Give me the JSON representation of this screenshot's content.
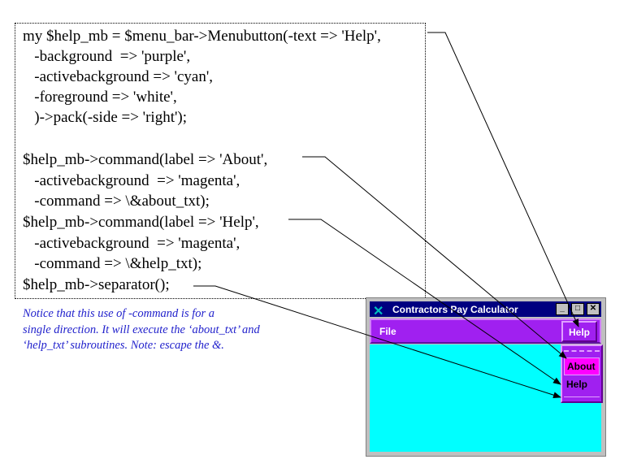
{
  "code_lines": [
    "my $help_mb = $menu_bar->Menubutton(-text => 'Help',",
    "   -background  => 'purple',",
    "   -activebackground => 'cyan',",
    "   -foreground => 'white',",
    "   )->pack(-side => 'right');",
    "$help_mb->command(label => 'About',",
    "   -activebackground  => 'magenta',",
    "   -command => \\&about_txt);",
    "$help_mb->command(label => 'Help',",
    "   -activebackground  => 'magenta',",
    "   -command => \\&help_txt);",
    "$help_mb->separator();"
  ],
  "note_lines": [
    "Notice that this use of -command is for a",
    "single direction.  It will execute the ‘about_txt’ and",
    "‘help_txt’ subroutines.  Note: escape the &."
  ],
  "window": {
    "title": "Contractors Pay Calculator",
    "menus": {
      "file": "File",
      "help": "Help"
    },
    "dropdown": {
      "about": "About",
      "help": "Help"
    }
  },
  "colors": {
    "menubar": "#a020f0",
    "body": "#00ffff",
    "active": "#ff00ff",
    "note": "#2222cc"
  }
}
